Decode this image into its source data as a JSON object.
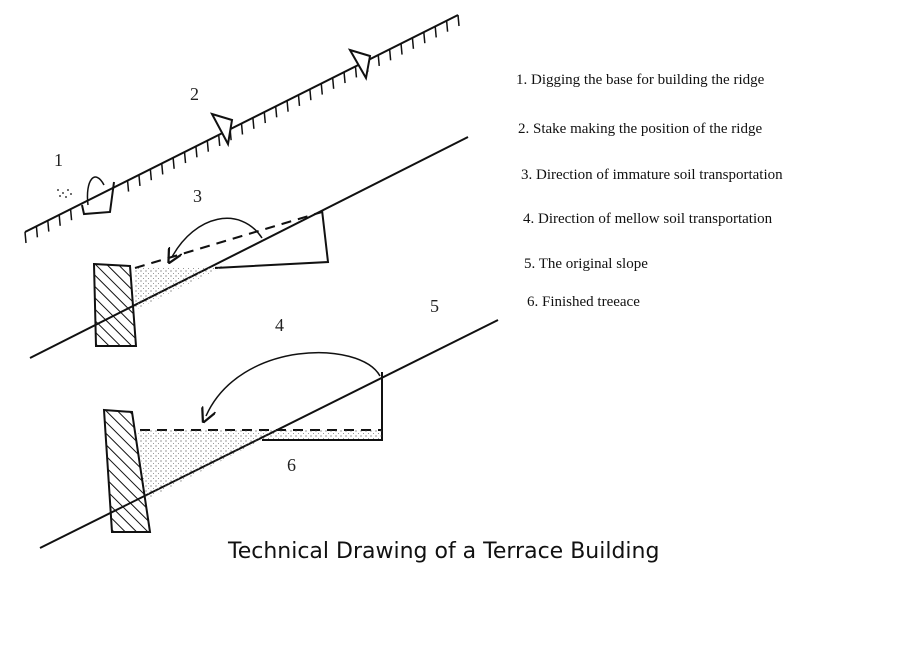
{
  "title": "Technical Drawing of a Terrace Building",
  "legend": [
    "1. Digging the base for building the ridge",
    "2. Stake making the position of the ridge",
    "3. Direction of immature soil transportation",
    "4. Direction of mellow soil transportation",
    "5. The original slope",
    "6. Finished treeace"
  ],
  "markers": [
    "1",
    "2",
    "3",
    "4",
    "5",
    "6"
  ],
  "colors": {
    "ink": "#111111",
    "stipple": "#555555"
  }
}
